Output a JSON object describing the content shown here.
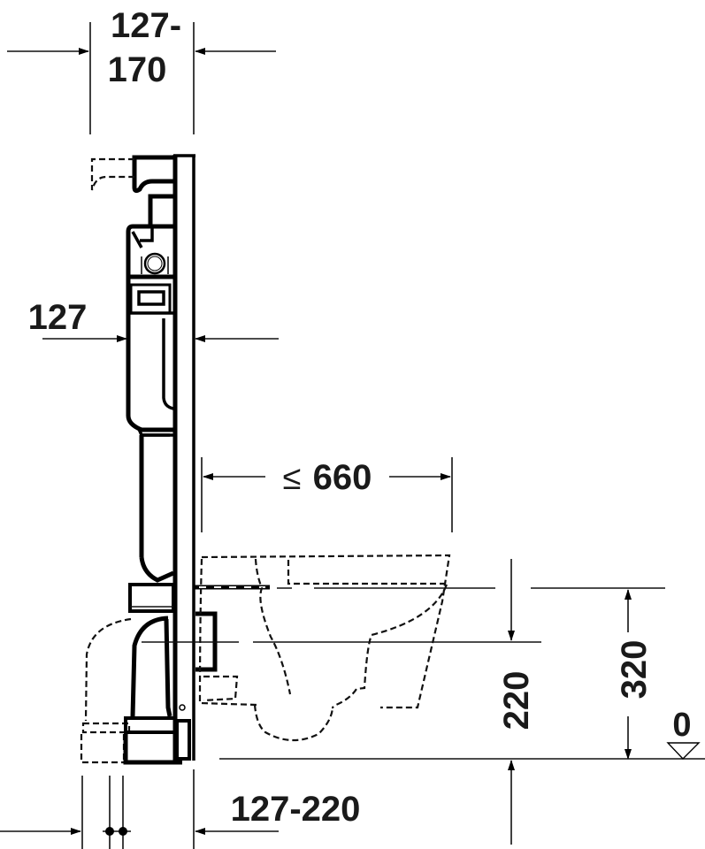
{
  "drawing": {
    "title": "Wall-hung WC installation element - side section",
    "background": "#ffffff",
    "line_color": "#000000"
  },
  "dimensions": {
    "frame_depth_top": {
      "line1": "127-",
      "line2": "170"
    },
    "cistern_depth": "127",
    "projection": {
      "symbol": "≤",
      "value": "660"
    },
    "bottom_depth": "127-220",
    "outlet_height": "220",
    "fixing_height": "320",
    "floor_level": "0"
  },
  "symbols": {
    "floor_marker": "triangle-down",
    "le_symbol": "≤"
  }
}
